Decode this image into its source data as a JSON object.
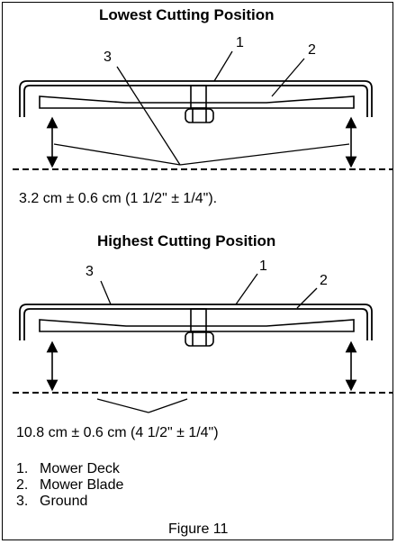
{
  "top": {
    "title": "Lowest Cutting Position",
    "callouts": {
      "c1": "1",
      "c2": "2",
      "c3": "3"
    },
    "measurement": "3.2 cm ± 0.6 cm (1 1/2\" ± 1/4\")."
  },
  "bottom": {
    "title": "Highest Cutting Position",
    "callouts": {
      "c1": "1",
      "c2": "2",
      "c3": "3"
    },
    "measurement": "10.8 cm ± 0.6 cm (4 1/2\" ± 1/4\")"
  },
  "legend": [
    {
      "num": "1.",
      "label": "Mower Deck"
    },
    {
      "num": "2.",
      "label": "Mower Blade"
    },
    {
      "num": "3.",
      "label": "Ground"
    }
  ],
  "caption": "Figure 11"
}
